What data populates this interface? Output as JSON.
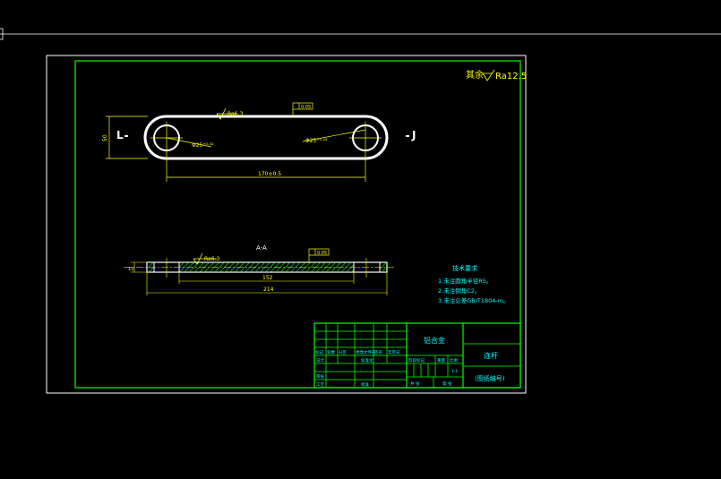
{
  "colors": {
    "background": "#000000",
    "sheet_border": "#ffffff",
    "frame": "#00ff00",
    "part": "#ffffff",
    "dimension": "#ffff00",
    "text": "#00ffff",
    "hatch": "#00ff00"
  },
  "drawing": {
    "roughness_note": {
      "prefix": "其余",
      "value": "Ra12.5"
    },
    "top_view": {
      "section_mark_left": "L",
      "section_mark_right": "J",
      "roughness_top": "Ra6.3",
      "flatness_callout": "0.05",
      "hole_left": "Φ25⁺⁰·⁰²",
      "hole_right": "Φ25⁺⁰·⁰²",
      "height_dim": "50",
      "center_distance": "170±0.5"
    },
    "section_view": {
      "title": "A-A",
      "roughness": "Ra6.3",
      "flatness_callout": "0.05",
      "thickness_dim": "15",
      "inner_length": "152",
      "total_length": "214"
    },
    "technical_requirements": {
      "title": "技术要求",
      "items": [
        "1.未注圆角半径R5。",
        "2.未注倒角C2。",
        "3.未注公差GB/T1804-m。"
      ]
    },
    "title_block": {
      "material": "铝合金",
      "part_name": "连杆",
      "drawing_number": "(图纸编号)",
      "row_labels": [
        "标记",
        "处数",
        "分区",
        "更改文件号",
        "签名",
        "年月日"
      ],
      "design": "设计",
      "standardize": "标准化",
      "review": "审核",
      "process": "工艺",
      "approve": "批准",
      "stage_mark": "阶段标记",
      "weight": "重量",
      "scale": "比例",
      "scale_value": "1:1",
      "sheets": "共 张",
      "sheet_no": "第 张"
    }
  }
}
